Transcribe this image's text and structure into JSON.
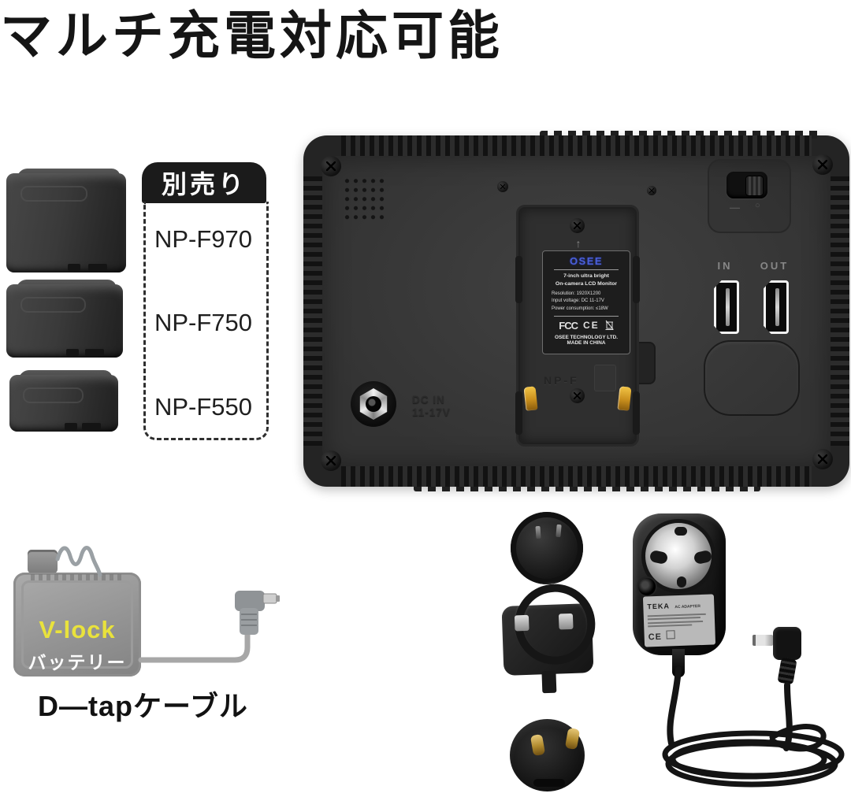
{
  "title": "マルチ充電対応可能",
  "optional": {
    "header": "別売り",
    "batteries": [
      "NP-F970",
      "NP-F750",
      "NP-F550"
    ]
  },
  "monitor": {
    "arrow": "↑",
    "switch_minus": "—",
    "switch_circle": "○",
    "plate_marking": "NP-F",
    "label": {
      "brand": "OSEE",
      "product1": "7-inch ultra bright",
      "product2": "On-camera LCD Monitor",
      "specs": [
        "Resolution: 1920X1200",
        "Input voltage: DC 11-17V",
        "Power consumption: ≤18W"
      ],
      "fcc": "FCC",
      "ce": "CE",
      "company": "OSEE TECHNOLOGY LTD.",
      "origin": "MADE IN CHINA"
    },
    "ports": {
      "in_label": "IN",
      "out_label": "OUT"
    },
    "dc": {
      "line1": "DC IN",
      "line2": "11-17V"
    }
  },
  "vlock": {
    "title": "V-lock",
    "subtitle": "バッテリー",
    "caption": "D—tapケーブル"
  },
  "adapter": {
    "brand": "TEKA",
    "type": "AC ADAPTER",
    "ce": "CE"
  },
  "colors": {
    "accent_yellow": "#e9e23c",
    "osee_blue": "#4b60d8",
    "gold_pin": "#d9a82a",
    "background": "#ffffff"
  }
}
